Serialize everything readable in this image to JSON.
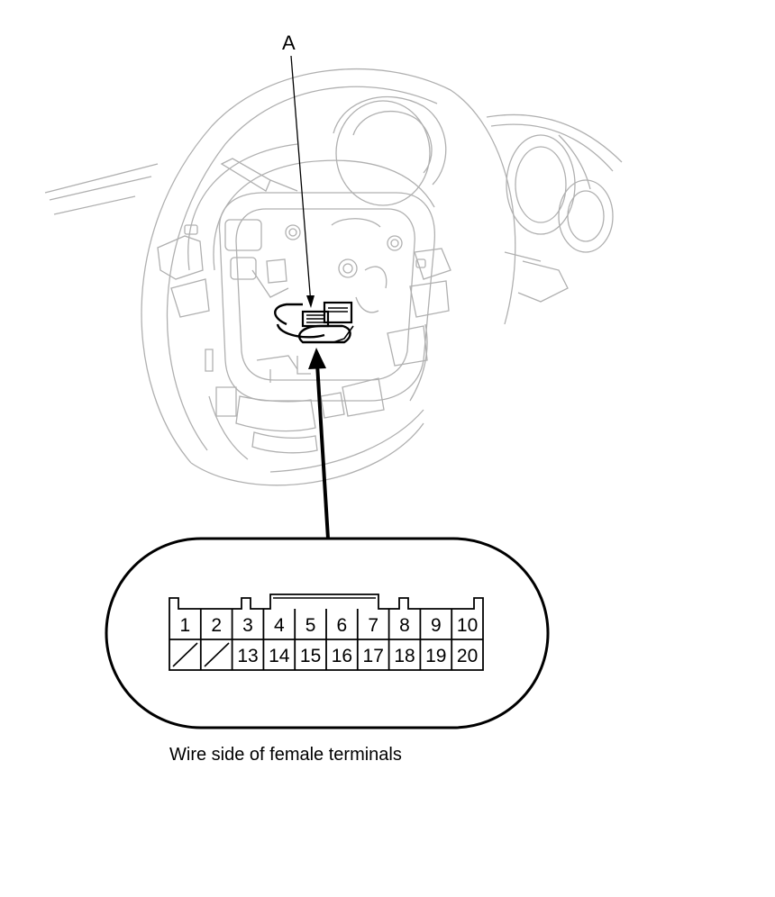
{
  "callout_label": "A",
  "connector": {
    "top_row": [
      "1",
      "2",
      "3",
      "4",
      "5",
      "6",
      "7",
      "8",
      "9",
      "10"
    ],
    "bottom_row": [
      "",
      "",
      "13",
      "14",
      "15",
      "16",
      "17",
      "18",
      "19",
      "20"
    ],
    "bottom_row_unused": [
      true,
      true,
      false,
      false,
      false,
      false,
      false,
      false,
      false,
      false
    ]
  },
  "caption": "Wire side of female terminals"
}
